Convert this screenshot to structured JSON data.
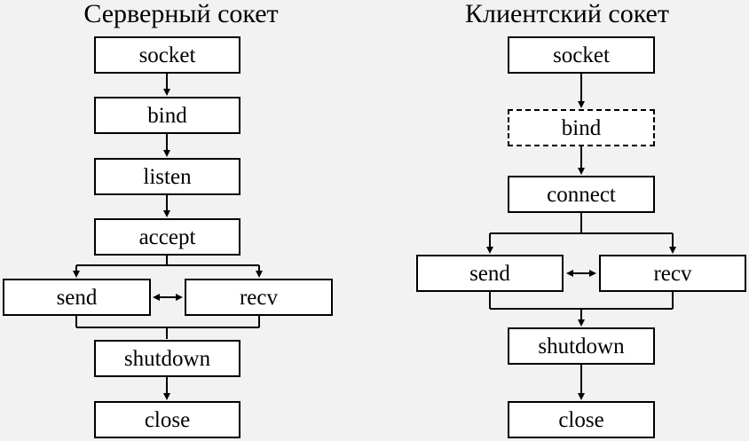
{
  "server": {
    "title": "Серверный сокет",
    "steps": {
      "socket": "socket",
      "bind": "bind",
      "listen": "listen",
      "accept": "accept",
      "send": "send",
      "recv": "recv",
      "shutdown": "shutdown",
      "close": "close"
    }
  },
  "client": {
    "title": "Клиентский сокет",
    "steps": {
      "socket": "socket",
      "bind": "bind",
      "connect": "connect",
      "send": "send",
      "recv": "recv",
      "shutdown": "shutdown",
      "close": "close"
    }
  }
}
